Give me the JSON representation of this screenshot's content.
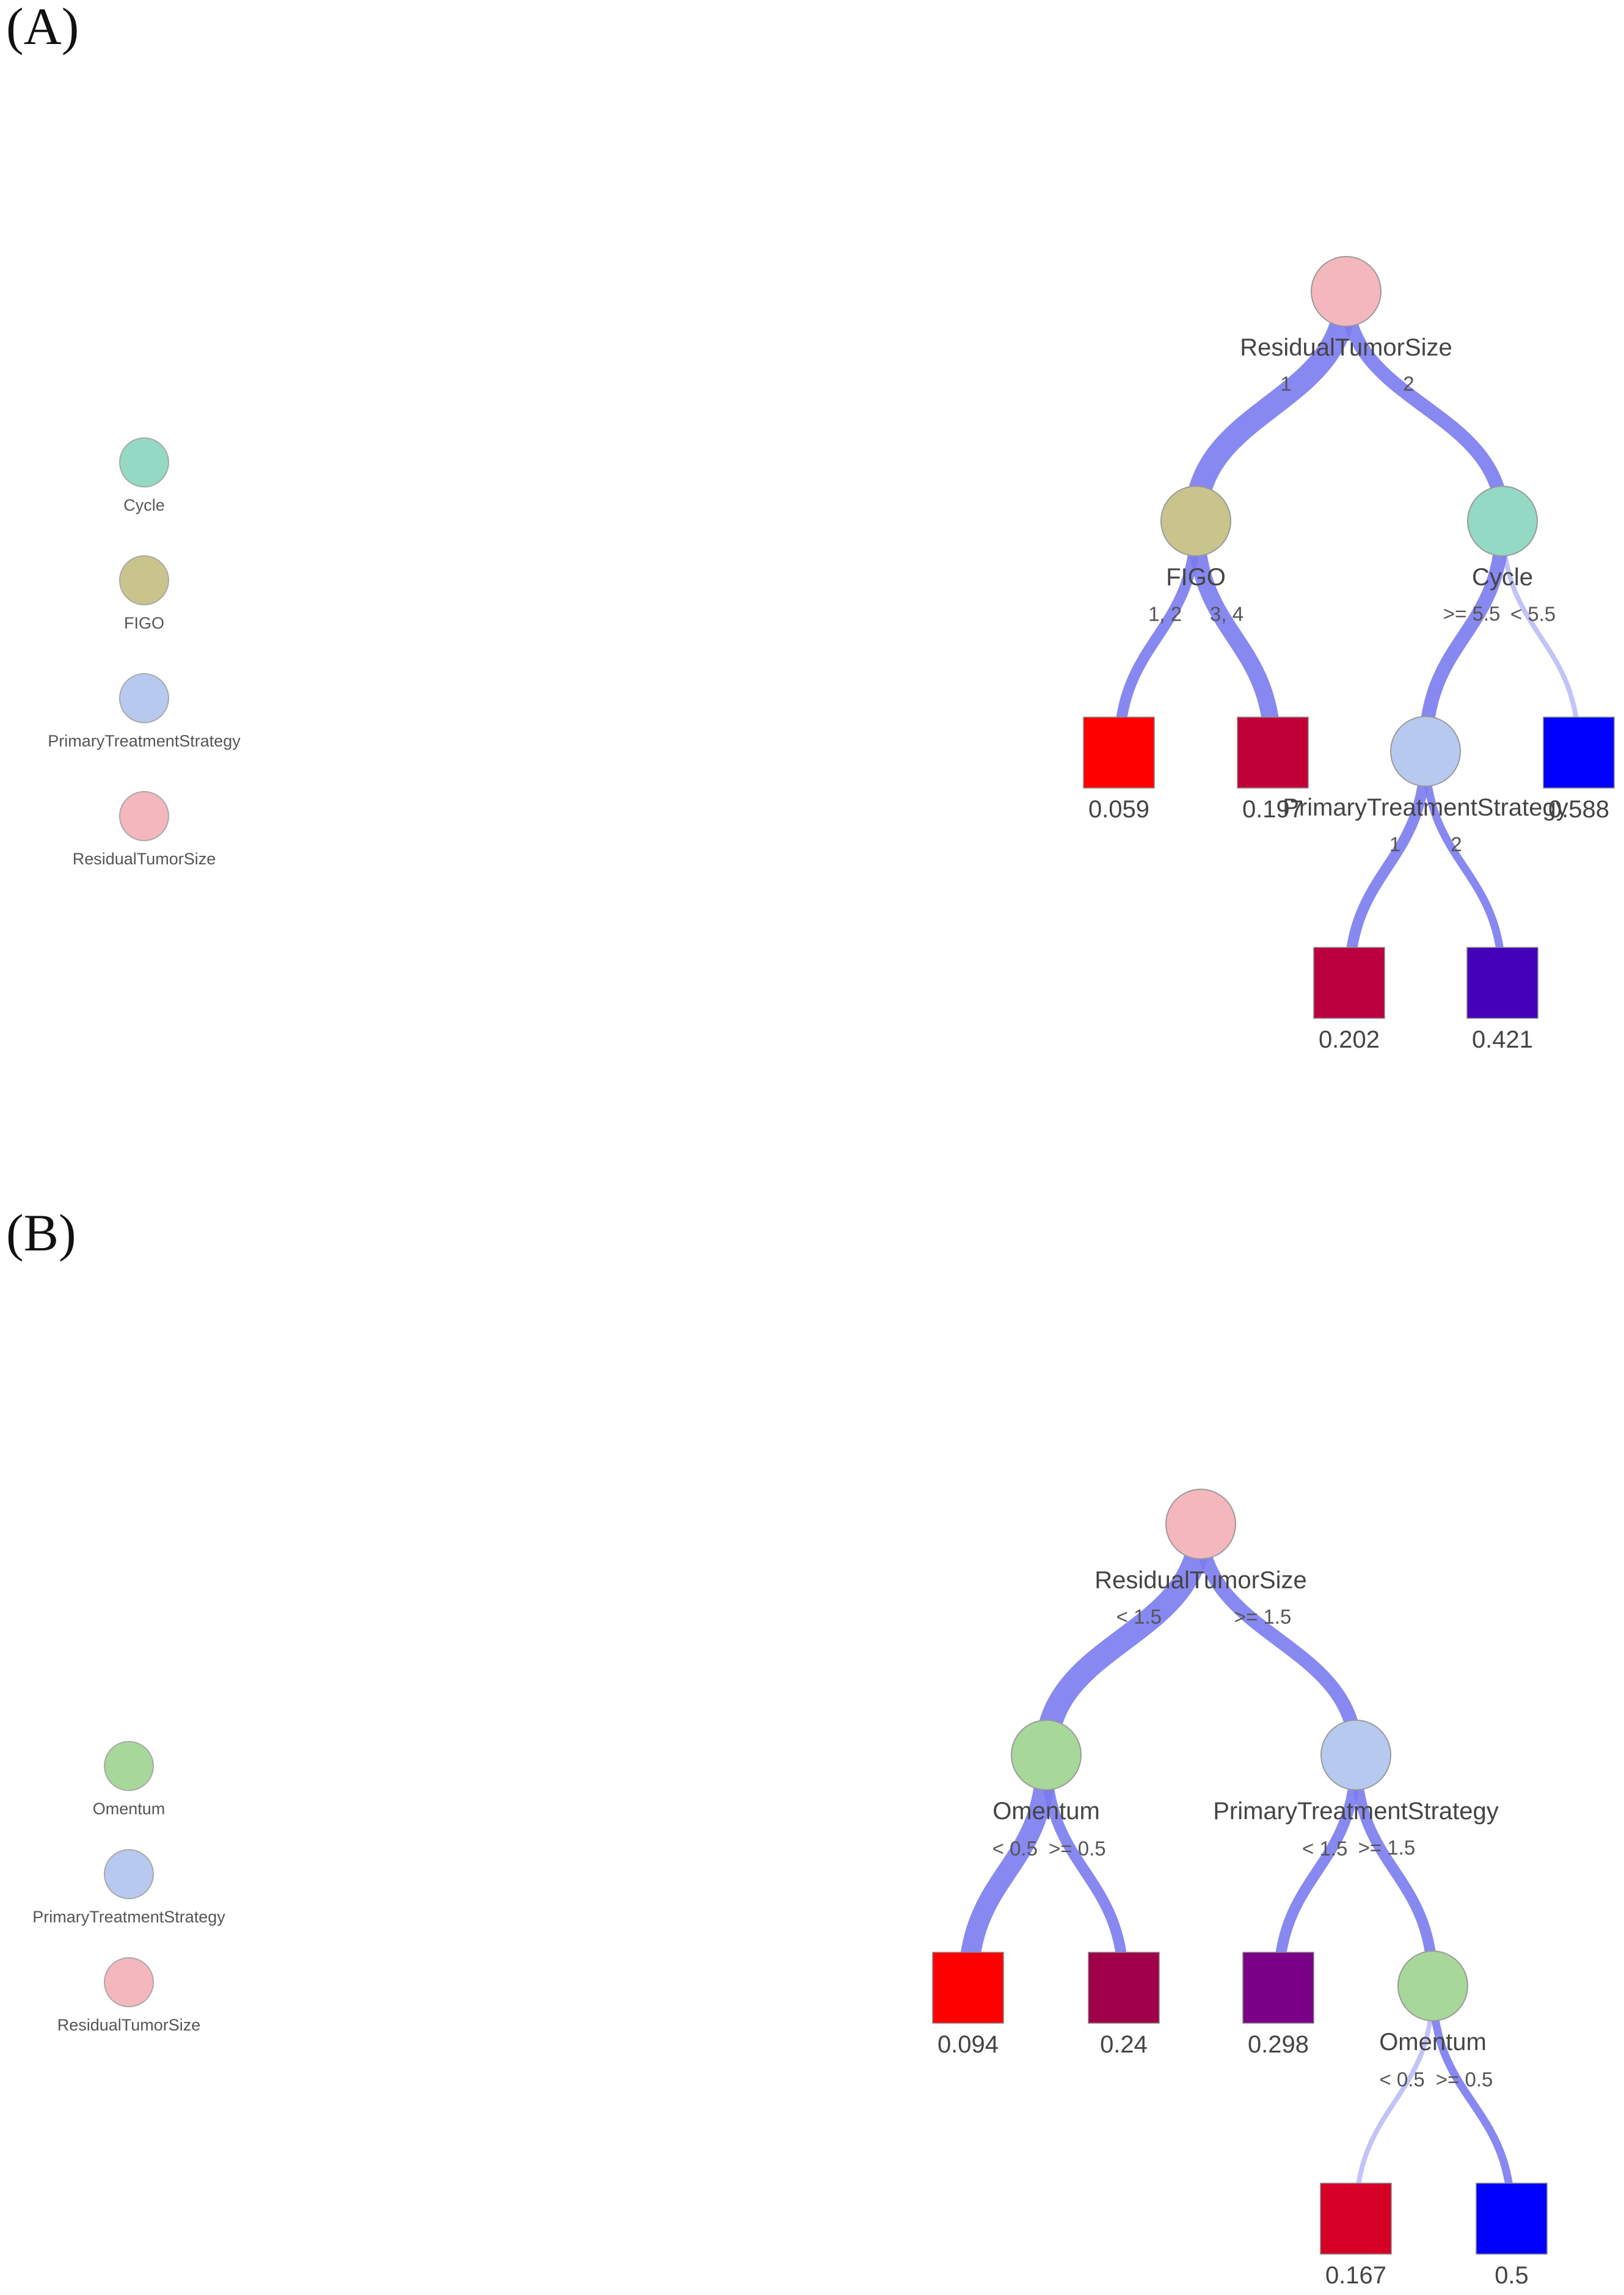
{
  "panels": [
    {
      "id": "A",
      "label": "(A)",
      "legend": [
        {
          "name": "Cycle",
          "color": "#93d9c3"
        },
        {
          "name": "FIGO",
          "color": "#c8c48c"
        },
        {
          "name": "PrimaryTreatmentStrategy",
          "color": "#b7c9ef"
        },
        {
          "name": "ResidualTumorSize",
          "color": "#f5b7be"
        }
      ],
      "nodes": [
        {
          "id": "a_root",
          "kind": "split",
          "label": "ResidualTumorSize",
          "color": "#f5b7be"
        },
        {
          "id": "a_figo",
          "kind": "split",
          "label": "FIGO",
          "color": "#c8c48c"
        },
        {
          "id": "a_cycle",
          "kind": "split",
          "label": "Cycle",
          "color": "#93d9c3"
        },
        {
          "id": "a_pts",
          "kind": "split",
          "label": "PrimaryTreatmentStrategy",
          "color": "#b7c9ef"
        },
        {
          "id": "a_l1",
          "kind": "leaf",
          "label": "0.059",
          "color": "#ff0000"
        },
        {
          "id": "a_l2",
          "kind": "leaf",
          "label": "0.197",
          "color": "#c20038"
        },
        {
          "id": "a_l3",
          "kind": "leaf",
          "label": "0.588",
          "color": "#0000ff"
        },
        {
          "id": "a_l4",
          "kind": "leaf",
          "label": "0.202",
          "color": "#bb0040"
        },
        {
          "id": "a_l5",
          "kind": "leaf",
          "label": "0.421",
          "color": "#4400b8"
        }
      ],
      "edges": [
        {
          "from": "a_root",
          "to": "a_figo",
          "label": "1",
          "weight": 7
        },
        {
          "from": "a_root",
          "to": "a_cycle",
          "label": "2",
          "weight": 4
        },
        {
          "from": "a_figo",
          "to": "a_l1",
          "label": "1, 2",
          "weight": 3
        },
        {
          "from": "a_figo",
          "to": "a_l2",
          "label": "3, 4",
          "weight": 5
        },
        {
          "from": "a_cycle",
          "to": "a_pts",
          "label": ">= 5.5",
          "weight": 4
        },
        {
          "from": "a_cycle",
          "to": "a_l3",
          "label": "< 5.5",
          "weight": 1
        },
        {
          "from": "a_pts",
          "to": "a_l4",
          "label": "1",
          "weight": 3
        },
        {
          "from": "a_pts",
          "to": "a_l5",
          "label": "2",
          "weight": 2
        }
      ]
    },
    {
      "id": "B",
      "label": "(B)",
      "legend": [
        {
          "name": "Omentum",
          "color": "#a8d79a"
        },
        {
          "name": "PrimaryTreatmentStrategy",
          "color": "#b7c9ef"
        },
        {
          "name": "ResidualTumorSize",
          "color": "#f5b7be"
        }
      ],
      "nodes": [
        {
          "id": "b_root",
          "kind": "split",
          "label": "ResidualTumorSize",
          "color": "#f5b7be"
        },
        {
          "id": "b_om1",
          "kind": "split",
          "label": "Omentum",
          "color": "#a8d79a"
        },
        {
          "id": "b_pts",
          "kind": "split",
          "label": "PrimaryTreatmentStrategy",
          "color": "#b7c9ef"
        },
        {
          "id": "b_om2",
          "kind": "split",
          "label": "Omentum",
          "color": "#a8d79a"
        },
        {
          "id": "b_l1",
          "kind": "leaf",
          "label": "0.094",
          "color": "#ff0000"
        },
        {
          "id": "b_l2",
          "kind": "leaf",
          "label": "0.24",
          "color": "#a0004a"
        },
        {
          "id": "b_l3",
          "kind": "leaf",
          "label": "0.298",
          "color": "#7a0085"
        },
        {
          "id": "b_l4",
          "kind": "leaf",
          "label": "0.167",
          "color": "#d40026"
        },
        {
          "id": "b_l5",
          "kind": "leaf",
          "label": "0.5",
          "color": "#0000ff"
        }
      ],
      "edges": [
        {
          "from": "b_root",
          "to": "b_om1",
          "label": "< 1.5",
          "weight": 7
        },
        {
          "from": "b_root",
          "to": "b_pts",
          "label": ">= 1.5",
          "weight": 4
        },
        {
          "from": "b_om1",
          "to": "b_l1",
          "label": "< 0.5",
          "weight": 6
        },
        {
          "from": "b_om1",
          "to": "b_l2",
          "label": ">= 0.5",
          "weight": 3
        },
        {
          "from": "b_pts",
          "to": "b_l3",
          "label": "< 1.5",
          "weight": 3
        },
        {
          "from": "b_pts",
          "to": "b_om2",
          "label": ">= 1.5",
          "weight": 3
        },
        {
          "from": "b_om2",
          "to": "b_l4",
          "label": "< 0.5",
          "weight": 1
        },
        {
          "from": "b_om2",
          "to": "b_l5",
          "label": ">= 0.5",
          "weight": 2
        }
      ]
    }
  ]
}
